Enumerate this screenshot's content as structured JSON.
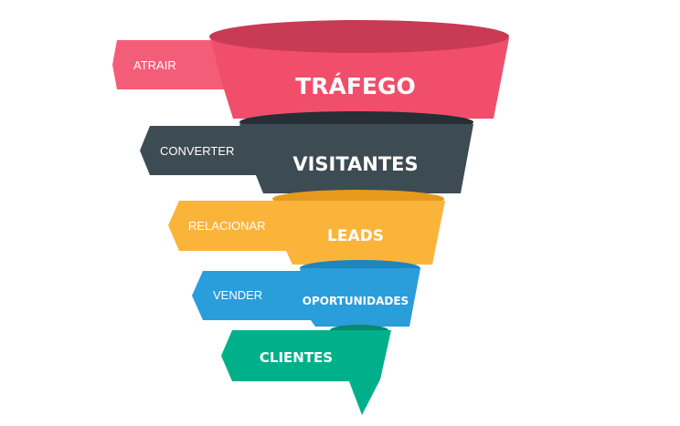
{
  "colors": {
    "traffic": "#f04e6a",
    "traffic_top": "#c93a55",
    "traffic_tag": "#f45d78",
    "visitors": "#3d4b53",
    "visitors_top": "#252f35",
    "visitors_tag": "#3d4b53",
    "leads": "#fbb43a",
    "leads_top": "#e59a1e",
    "leads_tag": "#fbb43a",
    "opportunities": "#2a9ddb",
    "opportunities_top": "#1f85bd",
    "opportunities_tag": "#2a9ddb",
    "clients": "#00b08b",
    "clients_top": "#088a6c",
    "clients_tag": "#00b08b"
  },
  "funnel": {
    "stages": [
      {
        "action": "ATRAIR",
        "label": "TRÁFEGO"
      },
      {
        "action": "CONVERTER",
        "label": "VISITANTES"
      },
      {
        "action": "RELACIONAR",
        "label": "LEADS"
      },
      {
        "action": "VENDER",
        "label": "OPORTUNIDADES"
      },
      {
        "action": "",
        "label": "CLIENTES"
      }
    ]
  }
}
